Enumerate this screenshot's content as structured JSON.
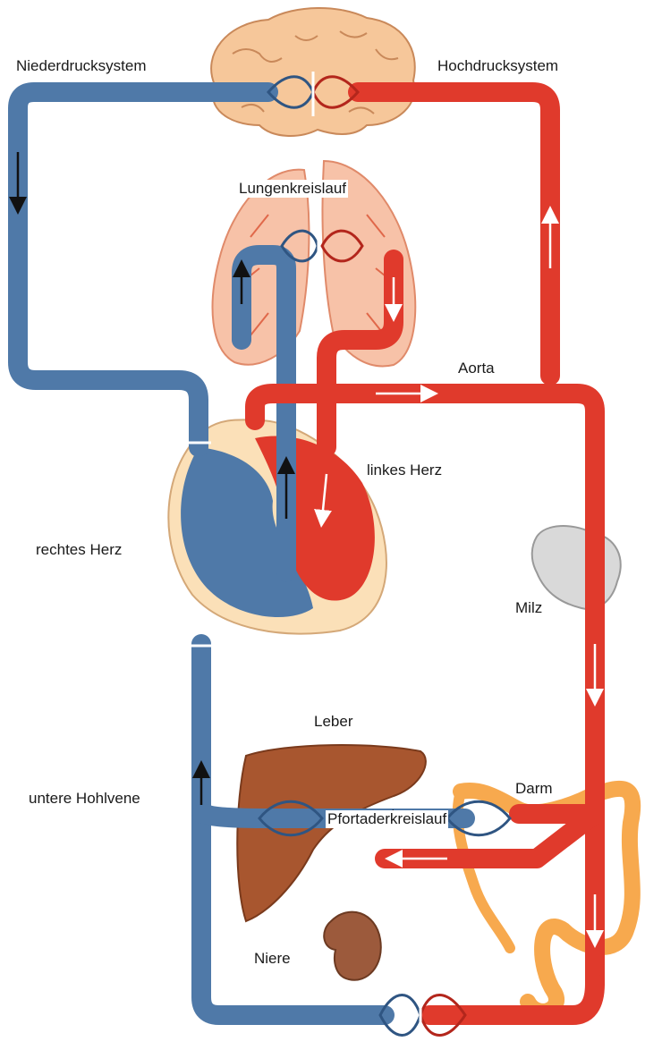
{
  "labels": {
    "low_pressure": "Niederdrucksystem",
    "high_pressure": "Hochdrucksystem",
    "pulmonary": "Lungenkreislauf",
    "aorta": "Aorta",
    "left_heart": "linkes Herz",
    "right_heart": "rechtes Herz",
    "spleen": "Milz",
    "liver": "Leber",
    "vena_cava": "untere Hohlvene",
    "intestine": "Darm",
    "portal": "Pfortaderkreislauf",
    "kidney": "Niere"
  },
  "colors": {
    "vein_blue": "#4f79a8",
    "vein_dark": "#2f5582",
    "artery_red": "#e03a2c",
    "artery_dark": "#b3261c",
    "brain": "#f6c79a",
    "lung": "#f7c2a8",
    "heart_bg": "#fbe0b8",
    "liver": "#a8562f",
    "kidney": "#9c5a3c",
    "spleen": "#d9d9d9",
    "intestine": "#f7a94e"
  }
}
